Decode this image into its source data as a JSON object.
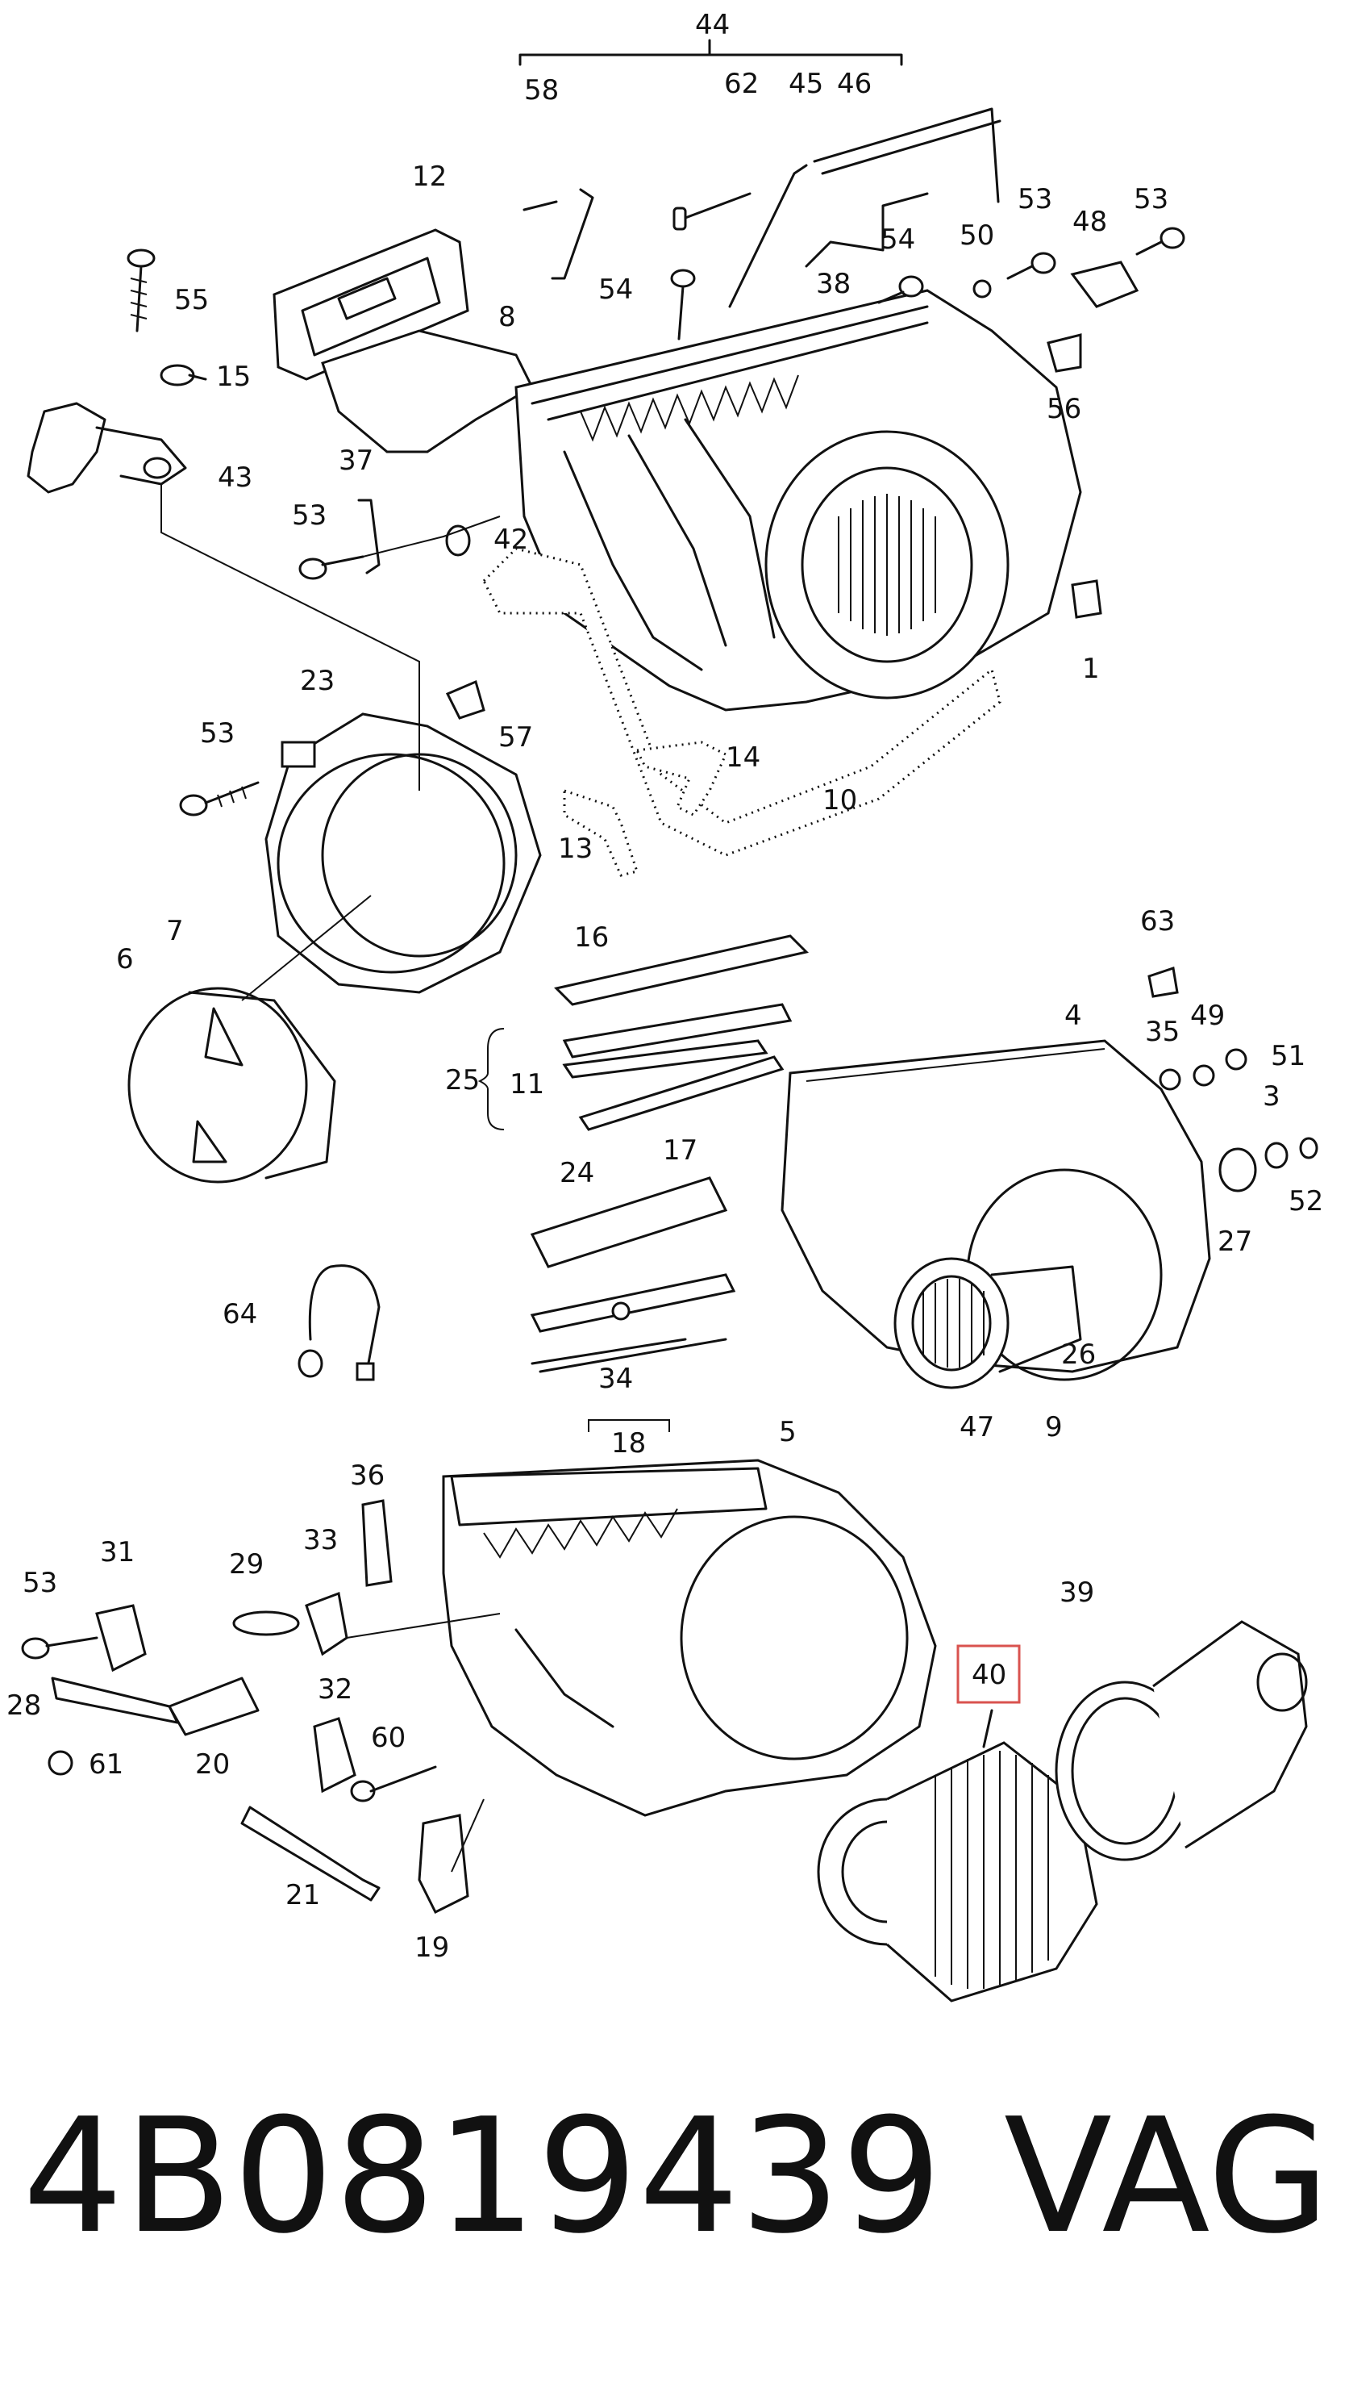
{
  "diagram": {
    "callouts": {
      "c44": "44",
      "c58": "58",
      "c62": "62",
      "c45": "45",
      "c46": "46",
      "c12": "12",
      "c55": "55",
      "c15": "15",
      "c43": "43",
      "c8": "8",
      "c53a": "53",
      "c48": "48",
      "c53b": "53",
      "c54a": "54",
      "c50": "50",
      "c38": "38",
      "c54b": "54",
      "c56": "56",
      "c37": "37",
      "c53c": "53",
      "c42": "42",
      "c1": "1",
      "c23": "23",
      "c57": "57",
      "c14": "14",
      "c53d": "53",
      "c10": "10",
      "c13": "13",
      "c16": "16",
      "c63": "63",
      "c6": "6",
      "c7": "7",
      "c4": "4",
      "c25": "25",
      "c11": "11",
      "c35": "35",
      "c49": "49",
      "c51": "51",
      "c17": "17",
      "c3": "3",
      "c24": "24",
      "c27": "27",
      "c52": "52",
      "c64": "64",
      "c26": "26",
      "c34": "34",
      "c47": "47",
      "c9": "9",
      "c18": "18",
      "c5": "5",
      "c36": "36",
      "c31": "31",
      "c29": "29",
      "c33": "33",
      "c53e": "53",
      "c39": "39",
      "c28": "28",
      "c32": "32",
      "c60": "60",
      "c20": "20",
      "c61": "61",
      "c40": "40",
      "c21": "21",
      "c19": "19"
    },
    "highlight_color": "#d9534f"
  },
  "footer": {
    "part_number": "4B0819439",
    "brand": "VAG"
  }
}
